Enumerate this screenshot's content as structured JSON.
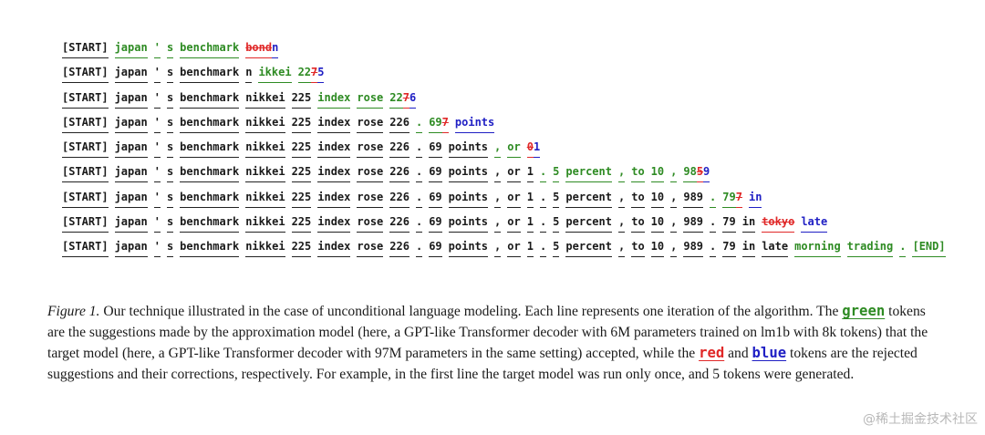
{
  "lines": [
    [
      [
        "[START]",
        "b"
      ],
      [
        "japan",
        "g"
      ],
      [
        "'",
        "g"
      ],
      [
        "s",
        "g"
      ],
      [
        "benchmark",
        "g"
      ],
      [
        "bond",
        "r"
      ],
      [
        "n",
        "u"
      ]
    ],
    [
      [
        "[START]",
        "b"
      ],
      [
        "japan",
        "b"
      ],
      [
        "'",
        "b"
      ],
      [
        "s",
        "b"
      ],
      [
        "benchmark",
        "b"
      ],
      [
        "n",
        "b"
      ],
      [
        "ikkei",
        "g"
      ],
      [
        "22",
        "g"
      ],
      [
        "7",
        "r"
      ],
      [
        "5",
        "u"
      ]
    ],
    [
      [
        "[START]",
        "b"
      ],
      [
        "japan",
        "b"
      ],
      [
        "'",
        "b"
      ],
      [
        "s",
        "b"
      ],
      [
        "benchmark",
        "b"
      ],
      [
        "nikkei",
        "b"
      ],
      [
        "225",
        "b"
      ],
      [
        "index",
        "g"
      ],
      [
        "rose",
        "g"
      ],
      [
        "22",
        "g"
      ],
      [
        "7",
        "r"
      ],
      [
        "6",
        "u"
      ]
    ],
    [
      [
        "[START]",
        "b"
      ],
      [
        "japan",
        "b"
      ],
      [
        "'",
        "b"
      ],
      [
        "s",
        "b"
      ],
      [
        "benchmark",
        "b"
      ],
      [
        "nikkei",
        "b"
      ],
      [
        "225",
        "b"
      ],
      [
        "index",
        "b"
      ],
      [
        "rose",
        "b"
      ],
      [
        "226",
        "b"
      ],
      [
        ".",
        "g"
      ],
      [
        "69",
        "g"
      ],
      [
        "7",
        "r"
      ],
      [
        "points",
        "u"
      ]
    ],
    [
      [
        "[START]",
        "b"
      ],
      [
        "japan",
        "b"
      ],
      [
        "'",
        "b"
      ],
      [
        "s",
        "b"
      ],
      [
        "benchmark",
        "b"
      ],
      [
        "nikkei",
        "b"
      ],
      [
        "225",
        "b"
      ],
      [
        "index",
        "b"
      ],
      [
        "rose",
        "b"
      ],
      [
        "226",
        "b"
      ],
      [
        ".",
        "b"
      ],
      [
        "69",
        "b"
      ],
      [
        "points",
        "b"
      ],
      [
        ",",
        "g"
      ],
      [
        "or",
        "g"
      ],
      [
        "0",
        "r"
      ],
      [
        "1",
        "u"
      ]
    ],
    [
      [
        "[START]",
        "b"
      ],
      [
        "japan",
        "b"
      ],
      [
        "'",
        "b"
      ],
      [
        "s",
        "b"
      ],
      [
        "benchmark",
        "b"
      ],
      [
        "nikkei",
        "b"
      ],
      [
        "225",
        "b"
      ],
      [
        "index",
        "b"
      ],
      [
        "rose",
        "b"
      ],
      [
        "226",
        "b"
      ],
      [
        ".",
        "b"
      ],
      [
        "69",
        "b"
      ],
      [
        "points",
        "b"
      ],
      [
        ",",
        "b"
      ],
      [
        "or",
        "b"
      ],
      [
        "1",
        "b"
      ],
      [
        ".",
        "g"
      ],
      [
        "5",
        "g"
      ],
      [
        "percent",
        "g"
      ],
      [
        ",",
        "g"
      ],
      [
        "to",
        "g"
      ],
      [
        "10",
        "g"
      ],
      [
        ",",
        "g"
      ],
      [
        "98",
        "g"
      ],
      [
        "5",
        "r"
      ],
      [
        "9",
        "u"
      ]
    ],
    [
      [
        "[START]",
        "b"
      ],
      [
        "japan",
        "b"
      ],
      [
        "'",
        "b"
      ],
      [
        "s",
        "b"
      ],
      [
        "benchmark",
        "b"
      ],
      [
        "nikkei",
        "b"
      ],
      [
        "225",
        "b"
      ],
      [
        "index",
        "b"
      ],
      [
        "rose",
        "b"
      ],
      [
        "226",
        "b"
      ],
      [
        ".",
        "b"
      ],
      [
        "69",
        "b"
      ],
      [
        "points",
        "b"
      ],
      [
        ",",
        "b"
      ],
      [
        "or",
        "b"
      ],
      [
        "1",
        "b"
      ],
      [
        ".",
        "b"
      ],
      [
        "5",
        "b"
      ],
      [
        "percent",
        "b"
      ],
      [
        ",",
        "b"
      ],
      [
        "to",
        "b"
      ],
      [
        "10",
        "b"
      ],
      [
        ",",
        "b"
      ],
      [
        "989",
        "b"
      ],
      [
        ".",
        "g"
      ],
      [
        "79",
        "g"
      ],
      [
        "7",
        "r"
      ],
      [
        "in",
        "u"
      ]
    ],
    [
      [
        "[START]",
        "b"
      ],
      [
        "japan",
        "b"
      ],
      [
        "'",
        "b"
      ],
      [
        "s",
        "b"
      ],
      [
        "benchmark",
        "b"
      ],
      [
        "nikkei",
        "b"
      ],
      [
        "225",
        "b"
      ],
      [
        "index",
        "b"
      ],
      [
        "rose",
        "b"
      ],
      [
        "226",
        "b"
      ],
      [
        ".",
        "b"
      ],
      [
        "69",
        "b"
      ],
      [
        "points",
        "b"
      ],
      [
        ",",
        "b"
      ],
      [
        "or",
        "b"
      ],
      [
        "1",
        "b"
      ],
      [
        ".",
        "b"
      ],
      [
        "5",
        "b"
      ],
      [
        "percent",
        "b"
      ],
      [
        ",",
        "b"
      ],
      [
        "to",
        "b"
      ],
      [
        "10",
        "b"
      ],
      [
        ",",
        "b"
      ],
      [
        "989",
        "b"
      ],
      [
        ".",
        "b"
      ],
      [
        "79",
        "b"
      ],
      [
        "in",
        "b"
      ],
      [
        "tokyo",
        "r"
      ],
      [
        "late",
        "u"
      ]
    ],
    [
      [
        "[START]",
        "b"
      ],
      [
        "japan",
        "b"
      ],
      [
        "'",
        "b"
      ],
      [
        "s",
        "b"
      ],
      [
        "benchmark",
        "b"
      ],
      [
        "nikkei",
        "b"
      ],
      [
        "225",
        "b"
      ],
      [
        "index",
        "b"
      ],
      [
        "rose",
        "b"
      ],
      [
        "226",
        "b"
      ],
      [
        ".",
        "b"
      ],
      [
        "69",
        "b"
      ],
      [
        "points",
        "b"
      ],
      [
        ",",
        "b"
      ],
      [
        "or",
        "b"
      ],
      [
        "1",
        "b"
      ],
      [
        ".",
        "b"
      ],
      [
        "5",
        "b"
      ],
      [
        "percent",
        "b"
      ],
      [
        ",",
        "b"
      ],
      [
        "to",
        "b"
      ],
      [
        "10",
        "b"
      ],
      [
        ",",
        "b"
      ],
      [
        "989",
        "b"
      ],
      [
        ".",
        "b"
      ],
      [
        "79",
        "b"
      ],
      [
        "in",
        "b"
      ],
      [
        "late",
        "b"
      ],
      [
        "morning",
        "g"
      ],
      [
        "trading",
        "g"
      ],
      [
        ".",
        "g"
      ],
      [
        "[END]",
        "g"
      ]
    ]
  ],
  "caption": {
    "fig_label": "Figure 1.",
    "text1": " Our technique illustrated in the case of unconditional language modeling. Each line represents one iteration of the algorithm. The ",
    "green_word": "green",
    "text2": " tokens are the suggestions made by the approximation model (here, a GPT-like Transformer decoder with 6M parameters trained on ",
    "lm1b": "lm1b",
    "text3": " with 8k tokens) that the target model (here, a GPT-like Transformer decoder with 97M parameters in the same setting) accepted, while the ",
    "red_word": "red",
    "text4": " and ",
    "blue_word": "blue",
    "text5": " tokens are the rejected suggestions and their corrections, respectively. For example, in the first line the target model was run only once, and 5 tokens were generated."
  },
  "watermark": "@稀土掘金技术社区",
  "colors": {
    "accepted": "#2e8b23",
    "rejected": "#e02828",
    "correction": "#1f1fc4",
    "normal": "#1a1a1a"
  }
}
